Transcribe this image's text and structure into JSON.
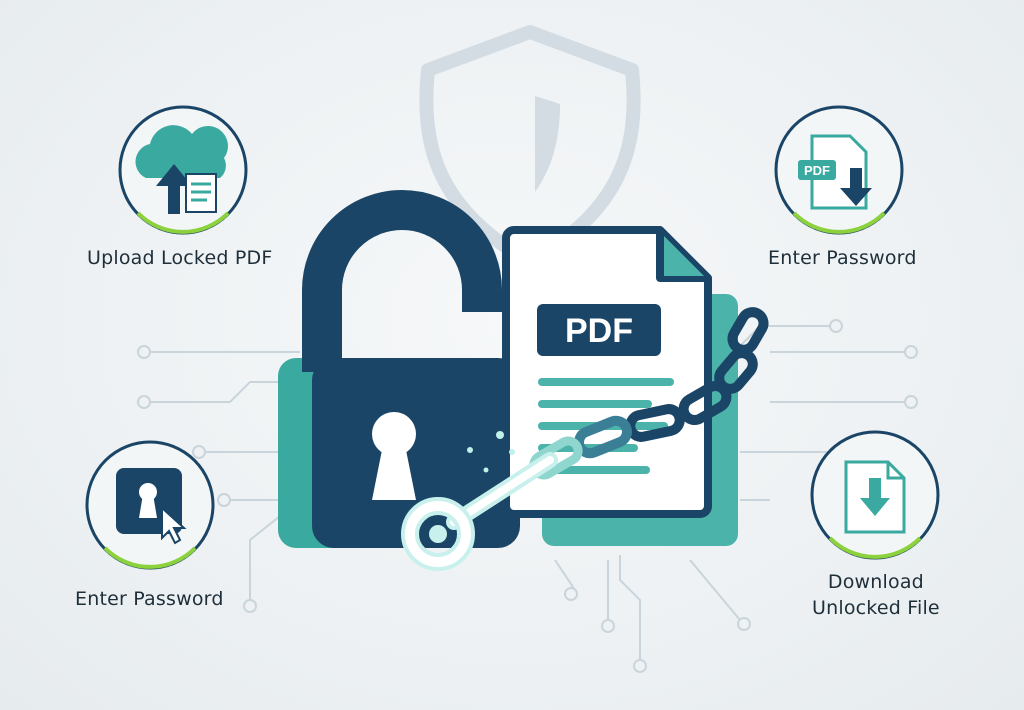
{
  "steps": {
    "upload": {
      "label": "Upload Locked PDF",
      "icon": "cloud-upload-document-icon"
    },
    "enter_password_top": {
      "label": "Enter Password",
      "icon": "pdf-download-icon"
    },
    "enter_password_bottom": {
      "label": "Enter Password",
      "icon": "keyhole-cursor-icon"
    },
    "download": {
      "label_line1": "Download",
      "label_line2": "Unlocked File",
      "icon": "file-download-icon"
    }
  },
  "center": {
    "document_badge": "PDF"
  },
  "colors": {
    "navy": "#1b4566",
    "teal": "#3aa9a0",
    "teal_light": "#6cc3bb",
    "green_accent": "#8cd23c",
    "circuit": "#c9d3da"
  }
}
